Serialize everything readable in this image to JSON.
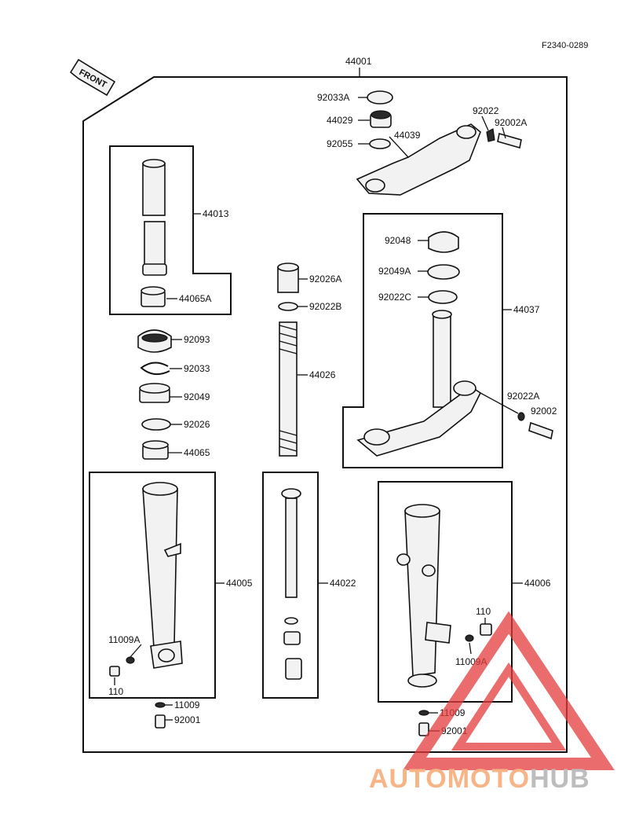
{
  "drawing_code": "F2340-0289",
  "assembly_number": "44001",
  "front_arrow_label": "FRONT",
  "watermark": {
    "brand_part1": "AUTOMOTO",
    "brand_part2": "HUB",
    "color_part1": "#f7b487",
    "color_part2": "#bdbdbd",
    "triangle_color": "#e43b3b"
  },
  "callouts": {
    "p92033A": "92033A",
    "p44029": "44029",
    "p92055": "92055",
    "p44039": "44039",
    "p92022_top": "92022",
    "p92002A": "92002A",
    "p44013": "44013",
    "p44065A": "44065A",
    "p92026A": "92026A",
    "p92022B": "92022B",
    "p44026": "44026",
    "p92093": "92093",
    "p92033": "92033",
    "p92049": "92049",
    "p92026": "92026",
    "p44065": "44065",
    "p92048": "92048",
    "p92049A": "92049A",
    "p92022C": "92022C",
    "p44037": "44037",
    "p92022A": "92022A",
    "p92002": "92002",
    "p44005": "44005",
    "p44022": "44022",
    "p44006": "44006",
    "p11009A_left": "11009A",
    "p110_left": "110",
    "p11009_left": "11009",
    "p92001_left": "92001",
    "p110_right": "110",
    "p11009A_right": "11009A",
    "p11009_right": "11009",
    "p92001_right": "92001"
  }
}
